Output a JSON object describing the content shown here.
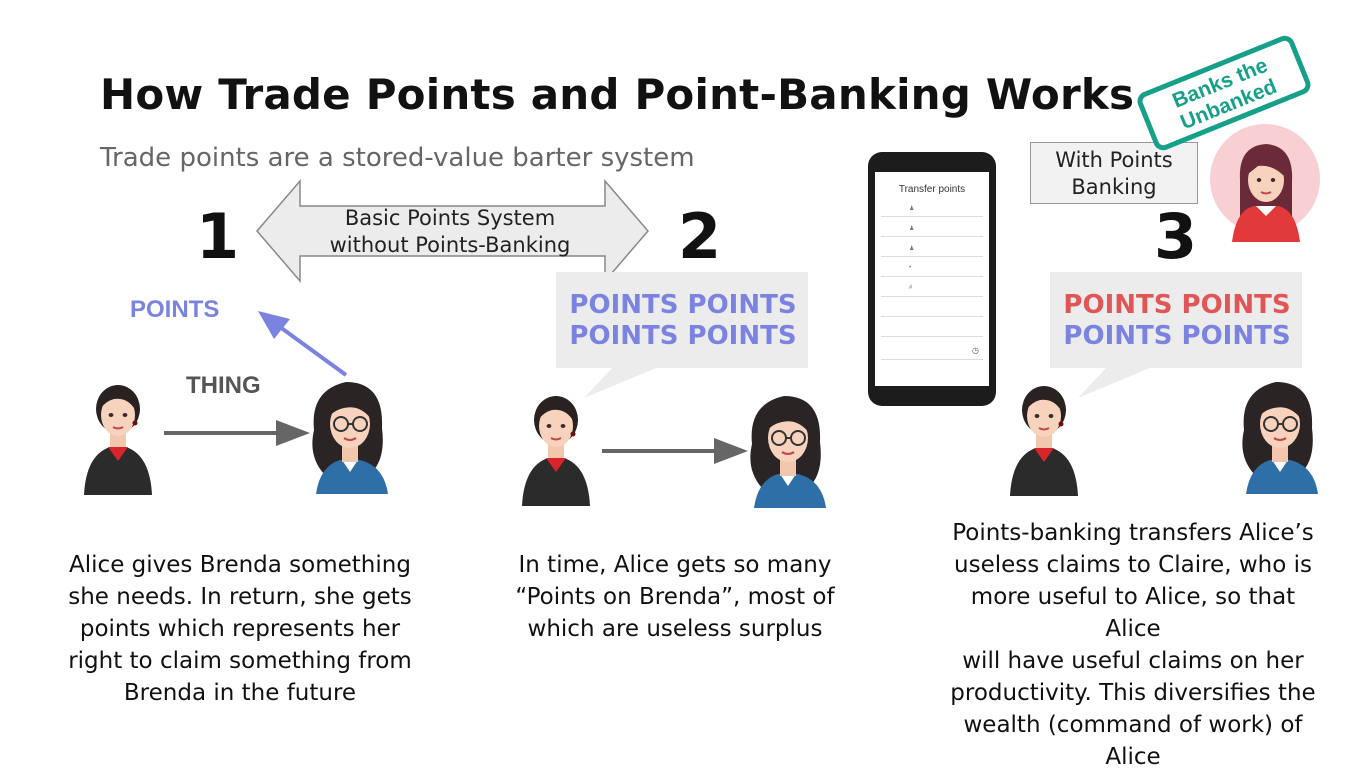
{
  "title": "How Trade Points and Point-Banking Works",
  "subtitle": "Trade points are a stored-value barter system",
  "steps": [
    "1",
    "2",
    "3"
  ],
  "arrow_label_line1": "Basic Points System",
  "arrow_label_line2": "without Points-Banking",
  "step1": {
    "points_label": "POINTS",
    "thing_label": "THING",
    "caption": [
      "Alice gives Brenda something",
      "she needs. In return, she gets",
      "points which represents her",
      "right to claim something from",
      "Brenda in the future"
    ]
  },
  "step2": {
    "bubble_line1": "POINTS POINTS",
    "bubble_line2": "POINTS POINTS",
    "caption": [
      "In time, Alice gets so many",
      "“Points on Brenda”, most of",
      "which are useless surplus"
    ]
  },
  "step3": {
    "bubble_line1": "POINTS POINTS",
    "bubble_line2": "POINTS POINTS",
    "points_banking_line1": "With Points",
    "points_banking_line2": "Banking",
    "stamp_line1": "Banks the",
    "stamp_line2": "Unbanked",
    "caption": [
      "Points-banking transfers Alice’s",
      "useless claims to Claire, who is",
      "more useful to Alice, so that Alice",
      "will have useful claims on her",
      "productivity. This diversifies the",
      "wealth (command of work) of",
      "Alice"
    ]
  },
  "phone": {
    "screen_title": "Transfer points"
  },
  "colors": {
    "points_blue": "#7b83e0",
    "points_red": "#e05555",
    "stamp_green": "#16a08a",
    "bubble_gray": "#ececec"
  }
}
